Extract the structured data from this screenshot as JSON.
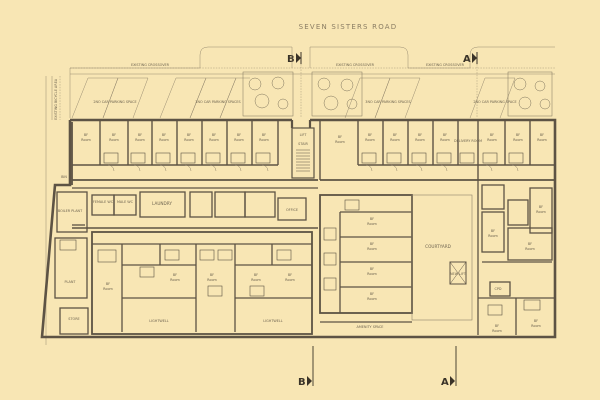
{
  "road": {
    "name": "SEVEN SISTERS ROAD"
  },
  "markers": {
    "a": "A",
    "b": "B"
  },
  "labels": {
    "existing_crossover": "EXISTING CROSSOVER",
    "existing_bicycle_area": "EXISTING BICYCLE AREA",
    "parking_2car": "2NO CAR PARKING SPACE",
    "parking_3car": "3NO CAR PARKING SPACES",
    "room_no": "BF",
    "room": "Room",
    "stair": "STAIR",
    "lift": "LIFT",
    "laundry": "LAUNDRY",
    "office": "OFFICE",
    "female_wc": "FEMALE WC",
    "male_wc": "MALE WC",
    "bin": "BIN",
    "boiler_plant": "BOILER PLANT",
    "plant": "PLANT",
    "lightwell": "LIGHTWELL",
    "courtyard": "COURTYARD",
    "delivery_room": "DELIVERY ROOM",
    "amenity_space": "AMENITY SPACE",
    "store": "STORE",
    "new_lift": "NEW LIFT",
    "cpd": "CPD"
  }
}
